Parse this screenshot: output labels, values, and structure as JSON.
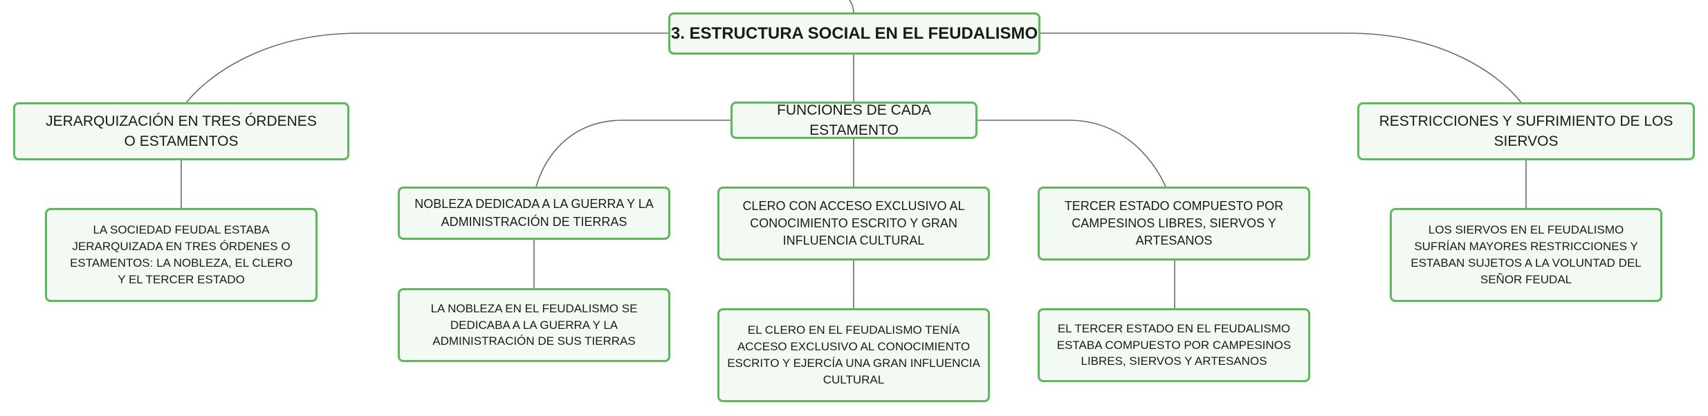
{
  "mindmap": {
    "root": "3. ESTRUCTURA SOCIAL EN EL FEUDALISMO",
    "jerarquizacion": {
      "title": "JERARQUIZACIÓN EN TRES ÓRDENES O ESTAMENTOS",
      "detail": "LA SOCIEDAD FEUDAL ESTABA JERARQUIZADA EN TRES ÓRDENES O ESTAMENTOS: LA NOBLEZA, EL CLERO Y EL TERCER ESTADO"
    },
    "funciones": {
      "title": "FUNCIONES DE CADA ESTAMENTO",
      "nobleza": {
        "title": "NOBLEZA DEDICADA A LA GUERRA Y LA ADMINISTRACIÓN DE TIERRAS",
        "detail": "LA NOBLEZA EN EL FEUDALISMO SE DEDICABA A LA GUERRA Y LA ADMINISTRACIÓN DE SUS TIERRAS"
      },
      "clero": {
        "title": "CLERO CON ACCESO EXCLUSIVO AL CONOCIMIENTO ESCRITO Y GRAN INFLUENCIA CULTURAL",
        "detail": "EL CLERO EN EL FEUDALISMO TENÍA ACCESO EXCLUSIVO AL CONOCIMIENTO ESCRITO Y EJERCÍA UNA GRAN INFLUENCIA CULTURAL"
      },
      "tercer_estado": {
        "title": "TERCER ESTADO COMPUESTO POR CAMPESINOS LIBRES, SIERVOS Y ARTESANOS",
        "detail": "EL TERCER ESTADO EN EL FEUDALISMO ESTABA COMPUESTO POR CAMPESINOS LIBRES, SIERVOS Y ARTESANOS"
      }
    },
    "restricciones": {
      "title": "RESTRICCIONES Y SUFRIMIENTO DE LOS SIERVOS",
      "detail": "LOS SIERVOS EN EL FEUDALISMO SUFRÍAN MAYORES RESTRICCIONES Y ESTABAN SUJETOS A LA VOLUNTAD DEL SEÑOR FEUDAL"
    }
  },
  "colors": {
    "node_border": "#5cb85c",
    "node_fill": "#f3faf4",
    "connector": "#6b6b6b",
    "text": "#1a1a1a"
  }
}
